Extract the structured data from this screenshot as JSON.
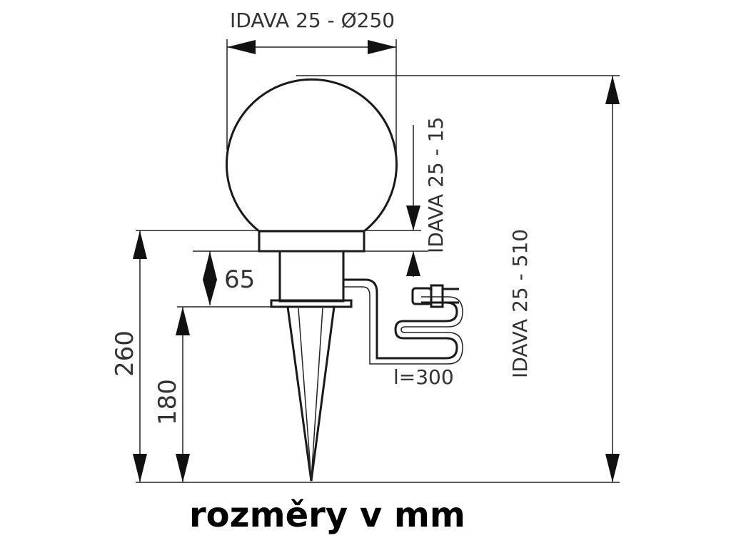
{
  "diagram": {
    "dimensions": {
      "top_width": "IDAVA 25 - Ø250",
      "globe_to_collar": "IDAVA 25 - 15",
      "total_height": "IDAVA 25 - 510",
      "overall_260": "260",
      "collar_65": "65",
      "spike_180": "180",
      "cable_length": "l=300"
    },
    "caption": "rozměry v mm"
  }
}
